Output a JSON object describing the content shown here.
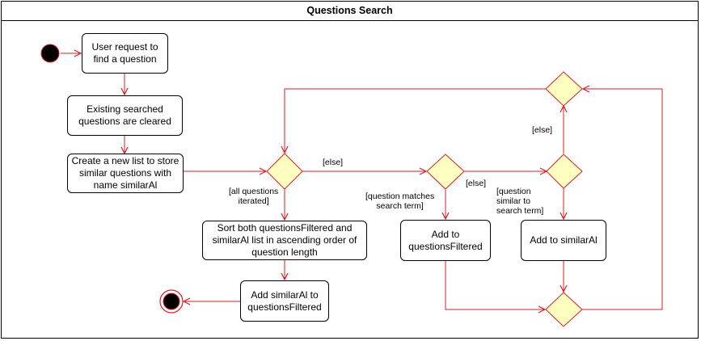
{
  "diagram": {
    "title": "Questions Search",
    "nodes": {
      "request": "User request to find a question",
      "cleared": "Existing searched questions are cleared",
      "newlist": "Create a new list to store similar questions with name similarAl",
      "sort": "Sort both questionsFiltered and similarAl list in ascending order of question length",
      "addsimilarAl": "Add similarAl to questionsFiltered",
      "addQF": "Add to questionsFiltered",
      "addSim": "Add to similarAl"
    },
    "labels": {
      "else1": "[else]",
      "allIterated": "[all questions\niterated]",
      "matches": "[question matches\nsearch term]",
      "else2": "[else]",
      "similar": "[question\nsimilar to\nsearch term]",
      "else3": "[else]"
    },
    "colors": {
      "line": "#e31b23",
      "decision_fill": "#ffffc0",
      "start": "#000000"
    }
  }
}
